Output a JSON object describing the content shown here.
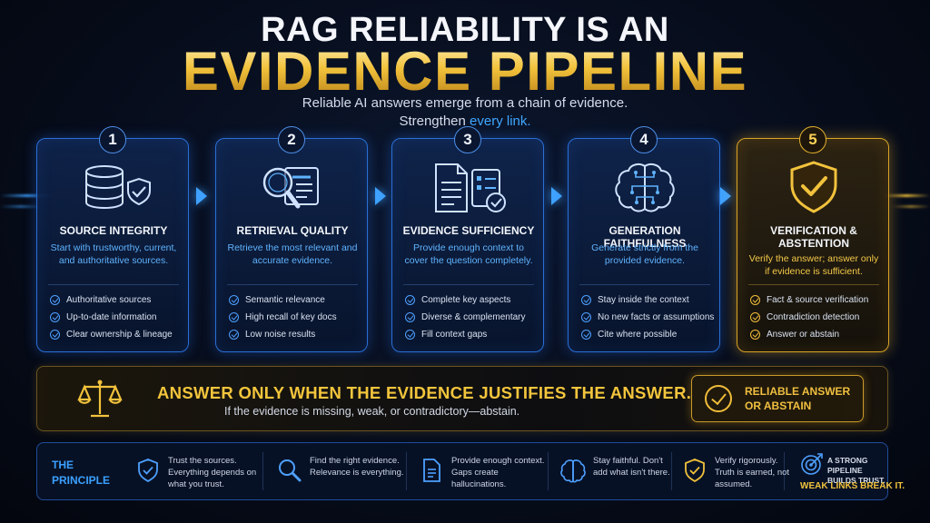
{
  "header": {
    "title_line1": "RAG RELIABILITY IS AN",
    "title_line2": "EVIDENCE PIPELINE",
    "subtitle_line1": "Reliable AI answers emerge from a chain of evidence.",
    "subtitle_line2_plain": "Strengthen ",
    "subtitle_line2_accent": "every link."
  },
  "stages": [
    {
      "number": "1",
      "title": "SOURCE INTEGRITY",
      "description": "Start with trustworthy, current, and authoritative sources.",
      "icon": "database-shield-icon",
      "items": [
        "Authoritative sources",
        "Up-to-date information",
        "Clear ownership & lineage"
      ]
    },
    {
      "number": "2",
      "title": "RETRIEVAL QUALITY",
      "description": "Retrieve the most relevant and accurate evidence.",
      "icon": "magnifier-document-icon",
      "items": [
        "Semantic relevance",
        "High recall of key docs",
        "Low noise results"
      ]
    },
    {
      "number": "3",
      "title": "EVIDENCE SUFFICIENCY",
      "description": "Provide enough context to cover the question completely.",
      "icon": "documents-checklist-icon",
      "items": [
        "Complete key aspects",
        "Diverse & complementary",
        "Fill context gaps"
      ]
    },
    {
      "number": "4",
      "title": "GENERATION FAITHFULNESS",
      "description": "Generate strictly from the provided evidence.",
      "icon": "brain-circuit-icon",
      "items": [
        "Stay inside the context",
        "No new facts or assumptions",
        "Cite where possible"
      ]
    },
    {
      "number": "5",
      "title_line1": "VERIFICATION &",
      "title_line2": "ABSTENTION",
      "description": "Verify the answer; answer only if evidence is sufficient.",
      "icon": "shield-check-icon",
      "items": [
        "Fact & source verification",
        "Contradiction detection",
        "Answer or abstain"
      ]
    }
  ],
  "banner": {
    "headline": "ANSWER ONLY WHEN THE EVIDENCE JUSTIFIES THE ANSWER.",
    "subline": "If the evidence is missing, weak, or contradictory—abstain.",
    "badge_line1": "RELIABLE ANSWER",
    "badge_line2": "OR ABSTAIN",
    "icon": "scales-icon"
  },
  "principle": {
    "label_line1": "THE",
    "label_line2": "PRINCIPLE",
    "items": [
      {
        "icon": "shield-check-icon",
        "text": "Trust the sources. Everything depends on what you trust."
      },
      {
        "icon": "magnifier-icon",
        "text": "Find the right evidence. Relevance is everything."
      },
      {
        "icon": "document-icon",
        "text": "Provide enough context. Gaps create hallucinations."
      },
      {
        "icon": "brain-icon",
        "text": "Stay faithful. Don't add what isn't there."
      },
      {
        "icon": "gold-shield-icon",
        "text": "Verify rigorously. Truth is earned, not assumed."
      }
    ],
    "final_line1": "A STRONG PIPELINE BUILDS TRUST.",
    "final_line2": "WEAK LINKS BREAK IT.",
    "final_icon": "target-arrow-icon"
  },
  "colors": {
    "accent_blue": "#3fa2ff",
    "accent_gold": "#f2c23c",
    "background": "#070d1c"
  }
}
